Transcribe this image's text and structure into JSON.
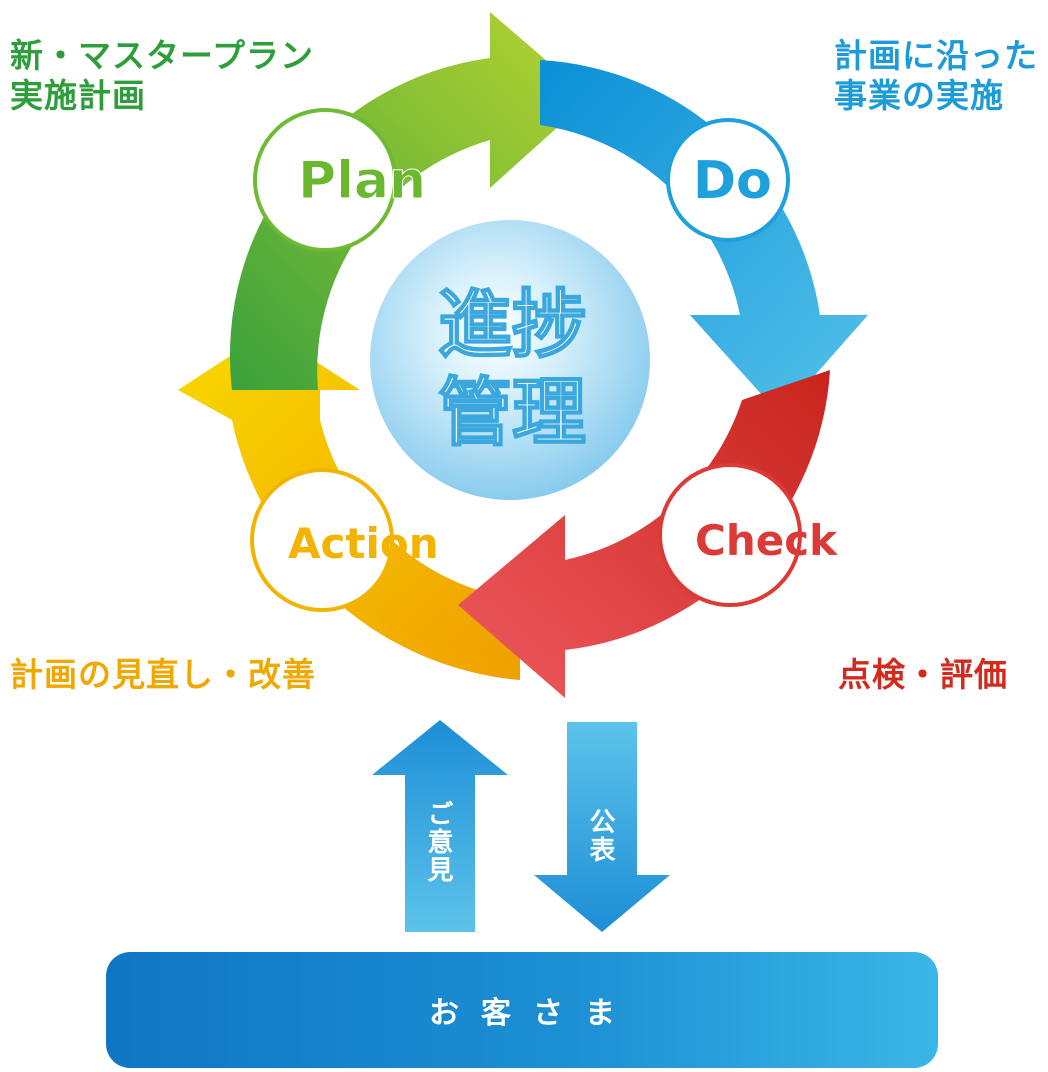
{
  "labels": {
    "plan_line1": "新・マスタープラン",
    "plan_line2": "実施計画",
    "do_line1": "計画に沿った",
    "do_line2": "事業の実施",
    "check": "点検・評価",
    "action": "計画の見直し・改善"
  },
  "cycle": {
    "center_line1": "進捗",
    "center_line2": "管理",
    "plan": "Plan",
    "do": "Do",
    "check": "Check",
    "action": "Action"
  },
  "arrows": {
    "opinion": "ご意見",
    "publish": "公表"
  },
  "customer": "お客さま",
  "colors": {
    "plan": "#6ab82e",
    "do": "#1ea0dc",
    "check": "#dc3a36",
    "action": "#f2b400",
    "customer_bar": "#1c8fd3"
  }
}
